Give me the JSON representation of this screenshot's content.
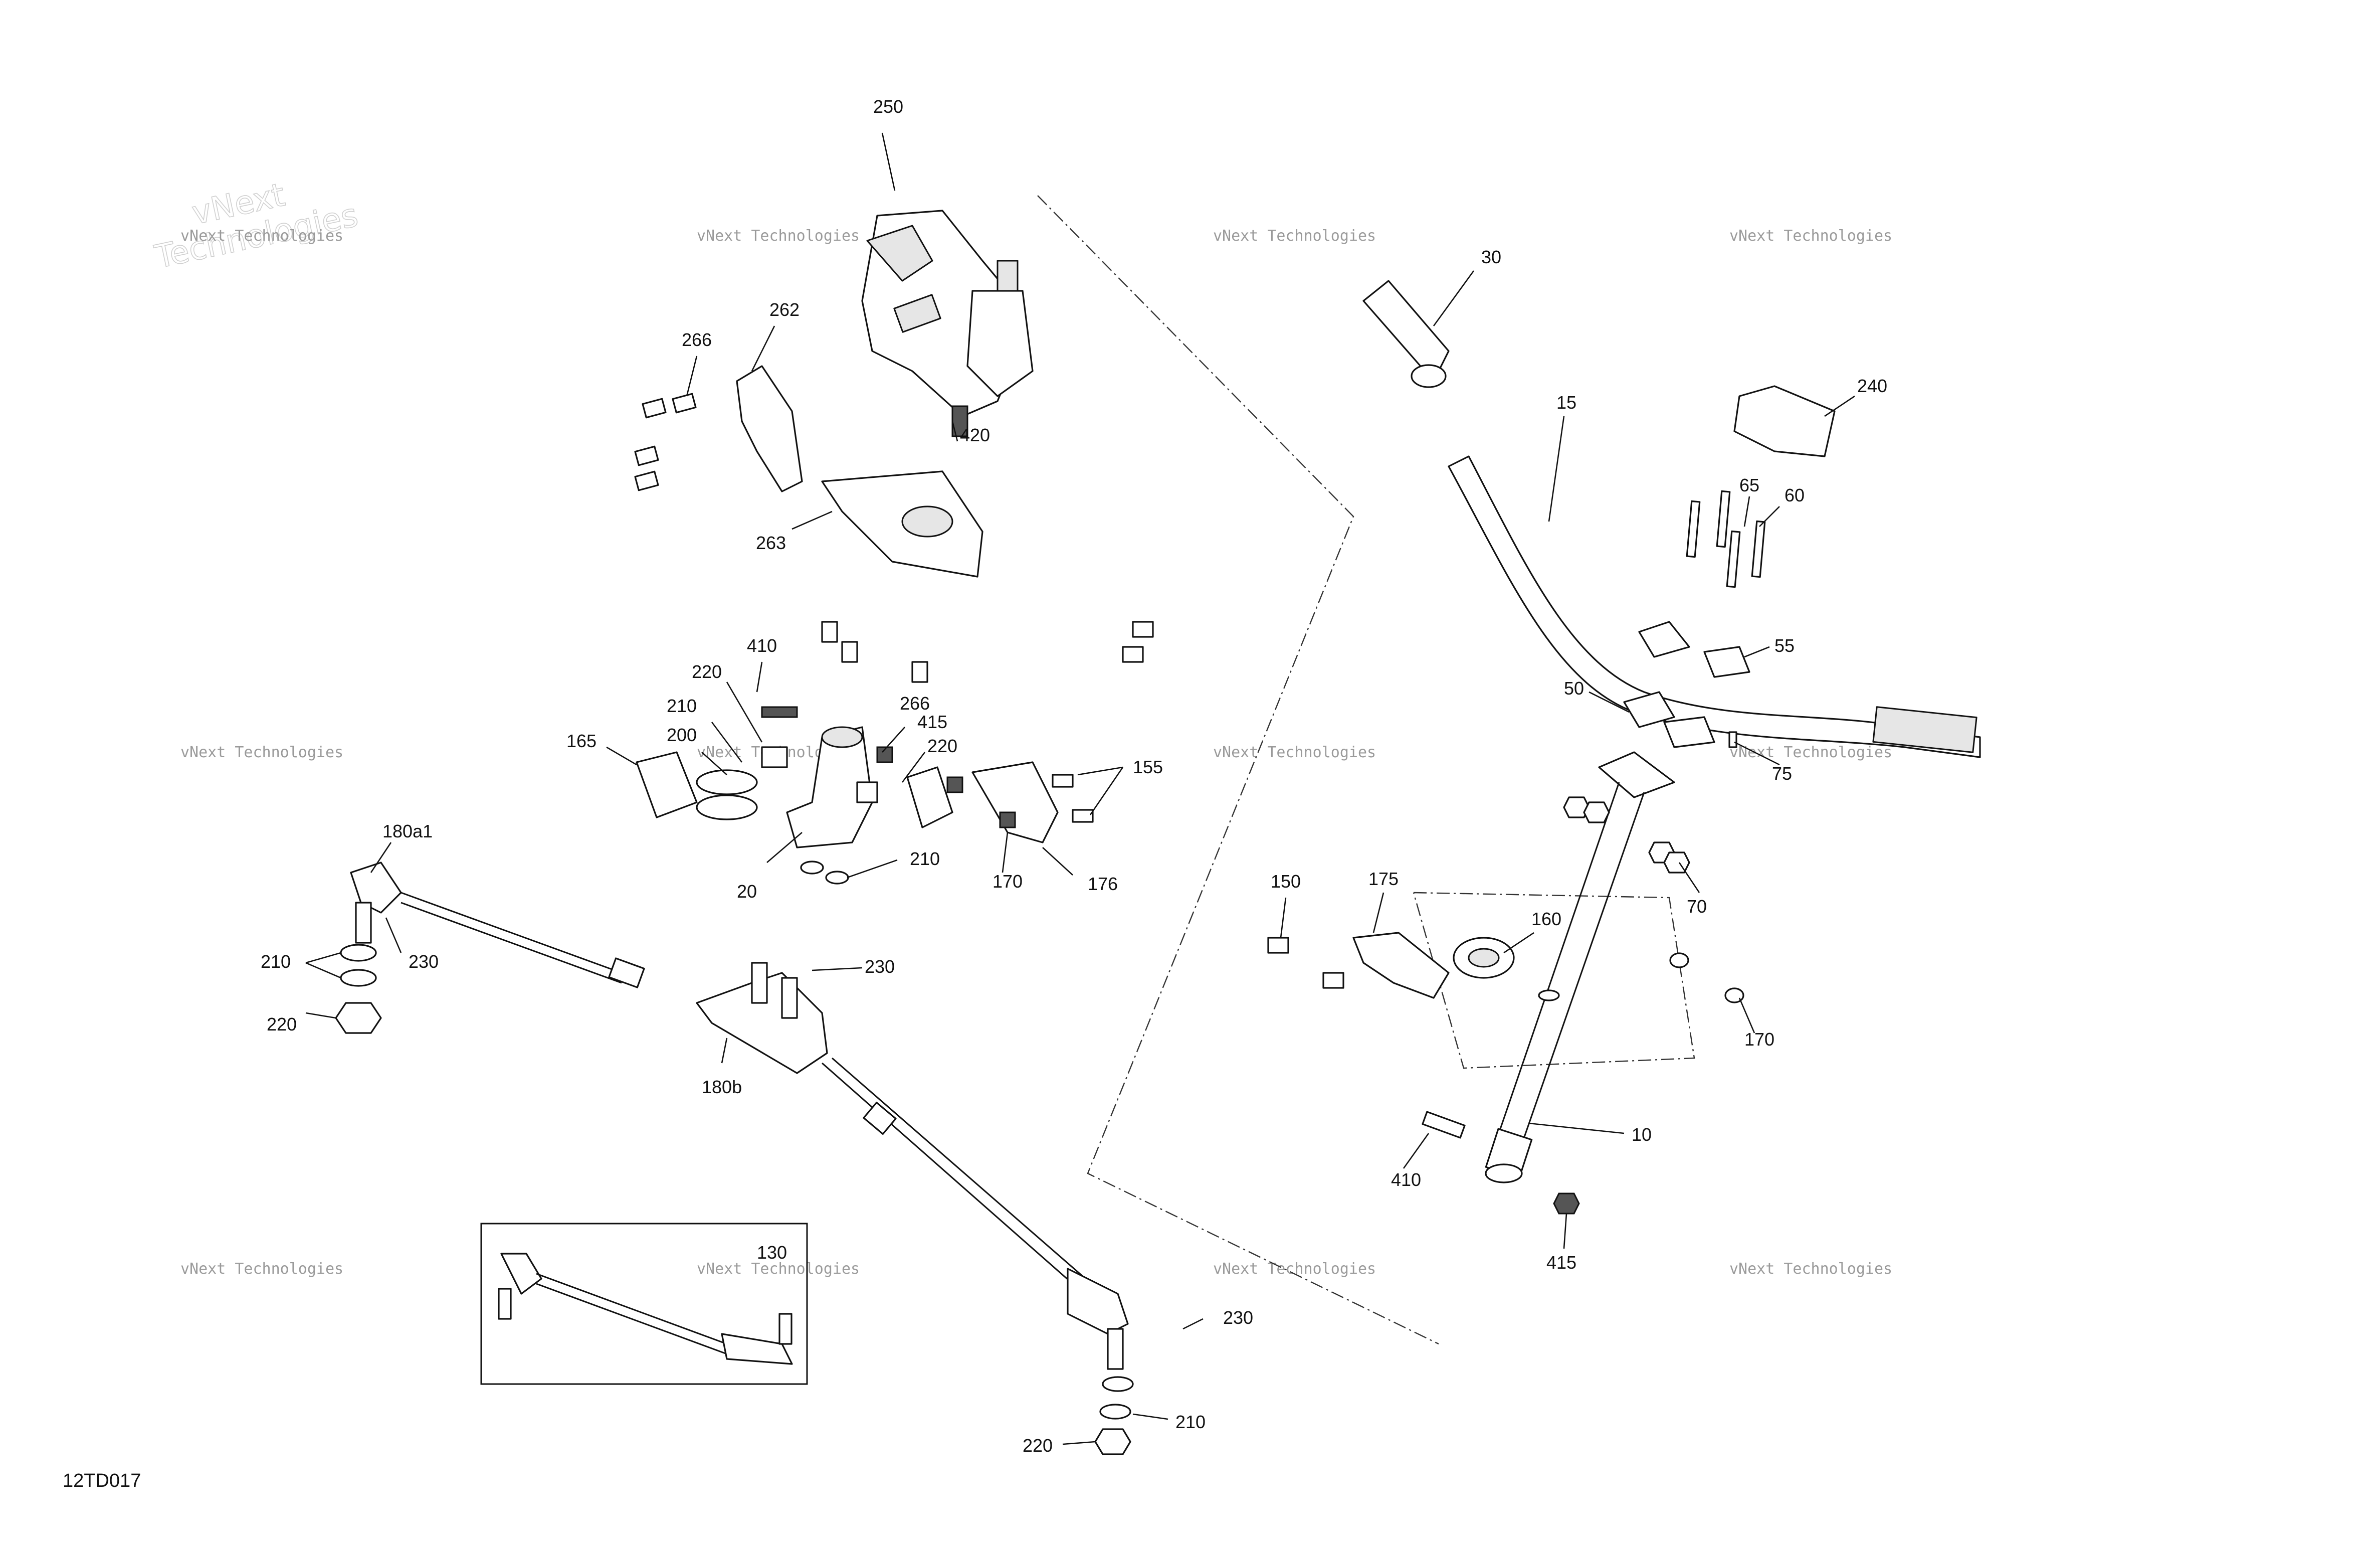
{
  "figure_code": "12TD017",
  "watermark": {
    "line1": "vNext Technologies",
    "big1": "vNext",
    "big2": "Technologies"
  },
  "callouts": {
    "c250": "250",
    "c262": "262",
    "c266a": "266",
    "c266b": "266",
    "c263": "263",
    "c420": "420",
    "c410a": "410",
    "c220a": "220",
    "c210a": "210",
    "c200": "200",
    "c165": "165",
    "c415a": "415",
    "c220b": "220",
    "c155": "155",
    "c20": "20",
    "c210b": "210",
    "c170a": "170",
    "c176": "176",
    "c180a1": "180a1",
    "c210c": "210",
    "c230a": "230",
    "c220c": "220",
    "c230b": "230",
    "c180b": "180b",
    "c130": "130",
    "c230c": "230",
    "c210d": "210",
    "c220d": "220",
    "c30": "30",
    "c15": "15",
    "c240": "240",
    "c65": "65",
    "c60": "60",
    "c55": "55",
    "c50": "50",
    "c75": "75",
    "c70": "70",
    "c150": "150",
    "c175": "175",
    "c160": "160",
    "c170b": "170",
    "c10": "10",
    "c410b": "410",
    "c415b": "415"
  }
}
